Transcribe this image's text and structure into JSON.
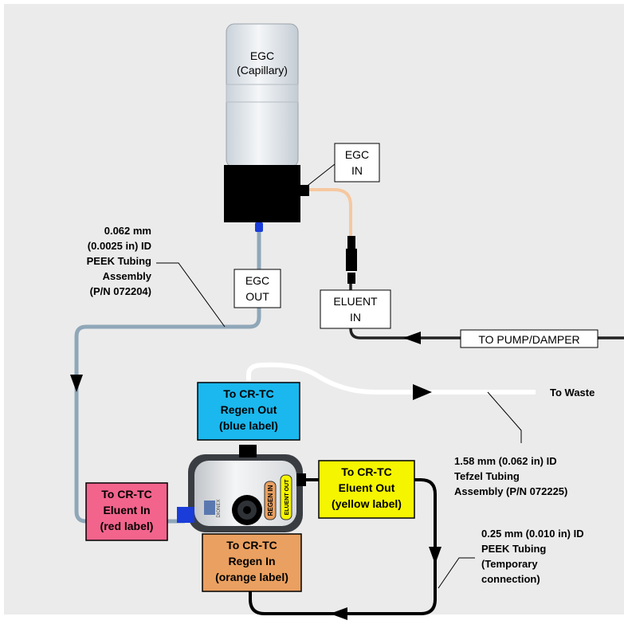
{
  "egc": {
    "line1": "EGC",
    "line2": "(Capillary)"
  },
  "egc_in": {
    "line1": "EGC",
    "line2": "IN"
  },
  "egc_out": {
    "line1": "EGC",
    "line2": "OUT"
  },
  "eluent_in": {
    "line1": "ELUENT",
    "line2": "IN"
  },
  "to_pump": "TO PUMP/DAMPER",
  "to_waste": "To Waste",
  "peek_tubing_062": {
    "lines": [
      "0.062 mm",
      "(0.0025 in) ID",
      "PEEK Tubing",
      "Assembly",
      "(P/N 072204)"
    ]
  },
  "tefzel_tubing": {
    "lines": [
      "1.58 mm (0.062 in) ID",
      "Tefzel Tubing",
      "Assembly (P/N 072225)"
    ]
  },
  "peek_tubing_025": {
    "lines": [
      "0.25 mm (0.010 in) ID",
      "PEEK Tubing",
      "(Temporary",
      "connection)"
    ]
  },
  "regen_out_label": {
    "lines": [
      "To CR-TC",
      "Regen Out",
      "(blue label)"
    ],
    "color": "#1ab8ee"
  },
  "eluent_in_label": {
    "lines": [
      "To CR-TC",
      "Eluent In",
      "(red label)"
    ],
    "color": "#f2648c"
  },
  "eluent_out_label": {
    "lines": [
      "To CR-TC",
      "Eluent Out",
      "(yellow label)"
    ],
    "color": "#f5f500"
  },
  "regen_in_label": {
    "lines": [
      "To CR-TC",
      "Regen In",
      "(orange label)"
    ],
    "color": "#eaa060"
  },
  "crtc": {
    "regen_in_port": "REGEN IN",
    "eluent_out_port": "ELUENT OUT",
    "brand": "DIONEX"
  },
  "colors": {
    "background": "#ebebeb",
    "capillary_tubing": "#8fa7b8",
    "inlet_tubing": "#f6c8a0",
    "waste_tubing": "#ffffff",
    "temporary_tubing": "#000000"
  }
}
